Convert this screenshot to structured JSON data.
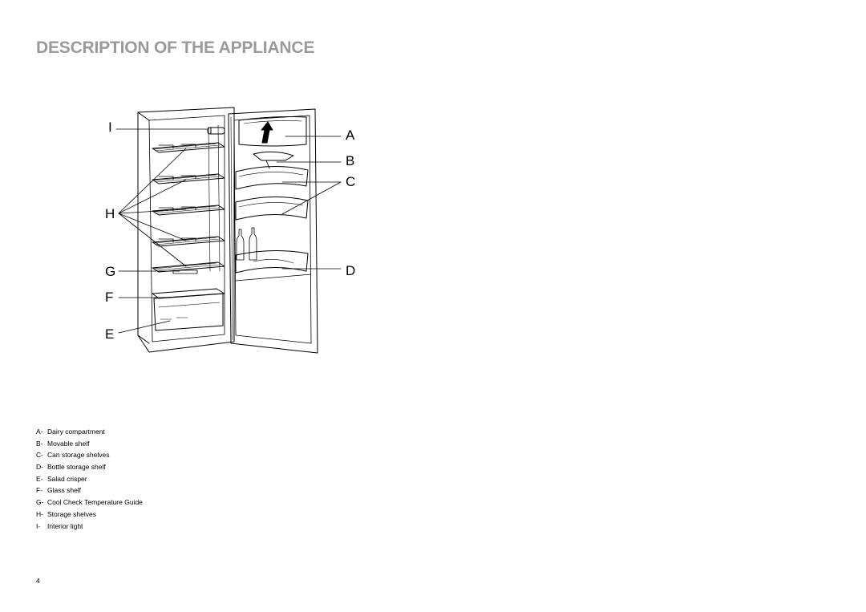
{
  "header": {
    "title": "DESCRIPTION OF THE APPLIANCE"
  },
  "figure": {
    "callouts": {
      "A": "A",
      "B": "B",
      "C": "C",
      "D": "D",
      "E": "E",
      "F": "F",
      "G": "G",
      "H": "H",
      "I": "I"
    }
  },
  "legend": {
    "items": [
      {
        "code": "A-",
        "text": "Dairy compartment"
      },
      {
        "code": "B-",
        "text": "Movable shelf"
      },
      {
        "code": "C-",
        "text": "Can storage shelves"
      },
      {
        "code": "D-",
        "text": "Bottle storage shelf"
      },
      {
        "code": "E-",
        "text": "Salad crisper"
      },
      {
        "code": "F-",
        "text": "Glass shelf"
      },
      {
        "code": "G-",
        "text": "Cool Check Temperature Guide"
      },
      {
        "code": "H-",
        "text": "Storage shelves"
      },
      {
        "code": "I-",
        "text": "Interior light"
      }
    ]
  },
  "footer": {
    "page_number": "4"
  }
}
